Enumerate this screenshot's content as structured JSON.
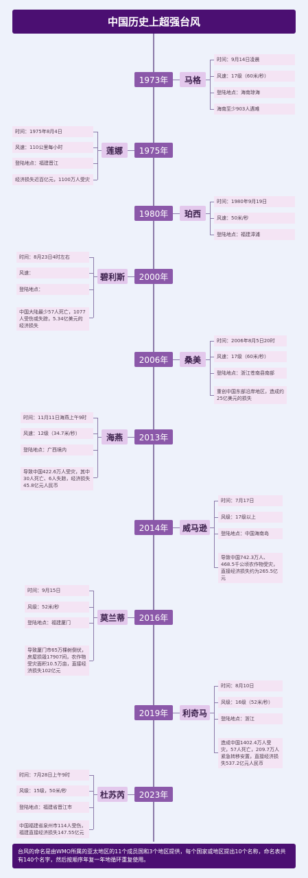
{
  "title": "中国历史上超强台风",
  "footer": "台风的命名是由WMO所属的亚太地区的11个成员国和3个地区提供，每个国家或地区提出10个名称，命名表共有140个名字，然后按顺序年复一年地循环重复使用。",
  "typhoons": [
    {
      "year": "1973年",
      "name": "马格",
      "items": [
        "时间：9月14日凌晨",
        "风速：17级（60米/秒）",
        "登陆地点：海南琼海",
        "海南至少903人遇难"
      ]
    },
    {
      "year": "1975年",
      "name": "莲娜",
      "items": [
        "时间：1975年8月4日",
        "风速：110公里每小时",
        "登陆地点：福建晋江",
        "经济损失近百亿元，1100万人受灾"
      ]
    },
    {
      "year": "1980年",
      "name": "珀西",
      "items": [
        "时间：1980年9月19日",
        "风速：50米/秒",
        "登陆地点：福建漳浦"
      ]
    },
    {
      "year": "2000年",
      "name": "碧利斯",
      "items": [
        "时间：8月23日4时左右",
        "风速：",
        "登陆地点：",
        "中国大陆最少57人死亡，1077人受伤或失踪，5.34亿美元的经济损失"
      ]
    },
    {
      "year": "2006年",
      "name": "桑美",
      "items": [
        "时间：2006年8月5日20时",
        "风速：17级（60米/秒）",
        "登陆地点：浙江苍南县南部",
        "重创中国东部沿岸地区，造成约25亿美元的损失"
      ]
    },
    {
      "year": "2013年",
      "name": "海燕",
      "items": [
        "时间：11月11日海燕上午9时",
        "风速：12级（34.7米/秒）",
        "登陆地点：广西境内",
        "导致中国422.6万人受灾，其中30人死亡、6人失踪，经济损失45.8亿元人民币"
      ]
    },
    {
      "year": "2014年",
      "name": "威马逊",
      "items": [
        "时间：7月17日",
        "风级：17级以上",
        "登陆地点：中国海南岛",
        "导致中国742.3万人、468.5千公顷农作物受灾，直接经济损失约为265.5亿元"
      ]
    },
    {
      "year": "2016年",
      "name": "莫兰蒂",
      "items": [
        "时间：9月15日",
        "风级：52米/秒",
        "登陆地点：福建厦门",
        "导致厦门市65万棵树倒伏，房屋损毁17907间，农作物受灾面积10.5万亩，直接经济损失102亿元"
      ]
    },
    {
      "year": "2019年",
      "name": "利奇马",
      "items": [
        "时间：8月10日",
        "风级：16级（52米/秒）",
        "登陆地点：浙江",
        "造成中国1402.4万人受灾，57人死亡，209.7万人紧急转移安置，直接经济损失537.2亿元人民币"
      ]
    },
    {
      "year": "2023年",
      "name": "杜苏芮",
      "items": [
        "时间：7月28日上午9时",
        "风级：15级，50米/秒",
        "登陆地点：福建省晋江市",
        "中国福建省泉州市114人受伤，福建直接经济损失147.55亿元"
      ]
    }
  ]
}
